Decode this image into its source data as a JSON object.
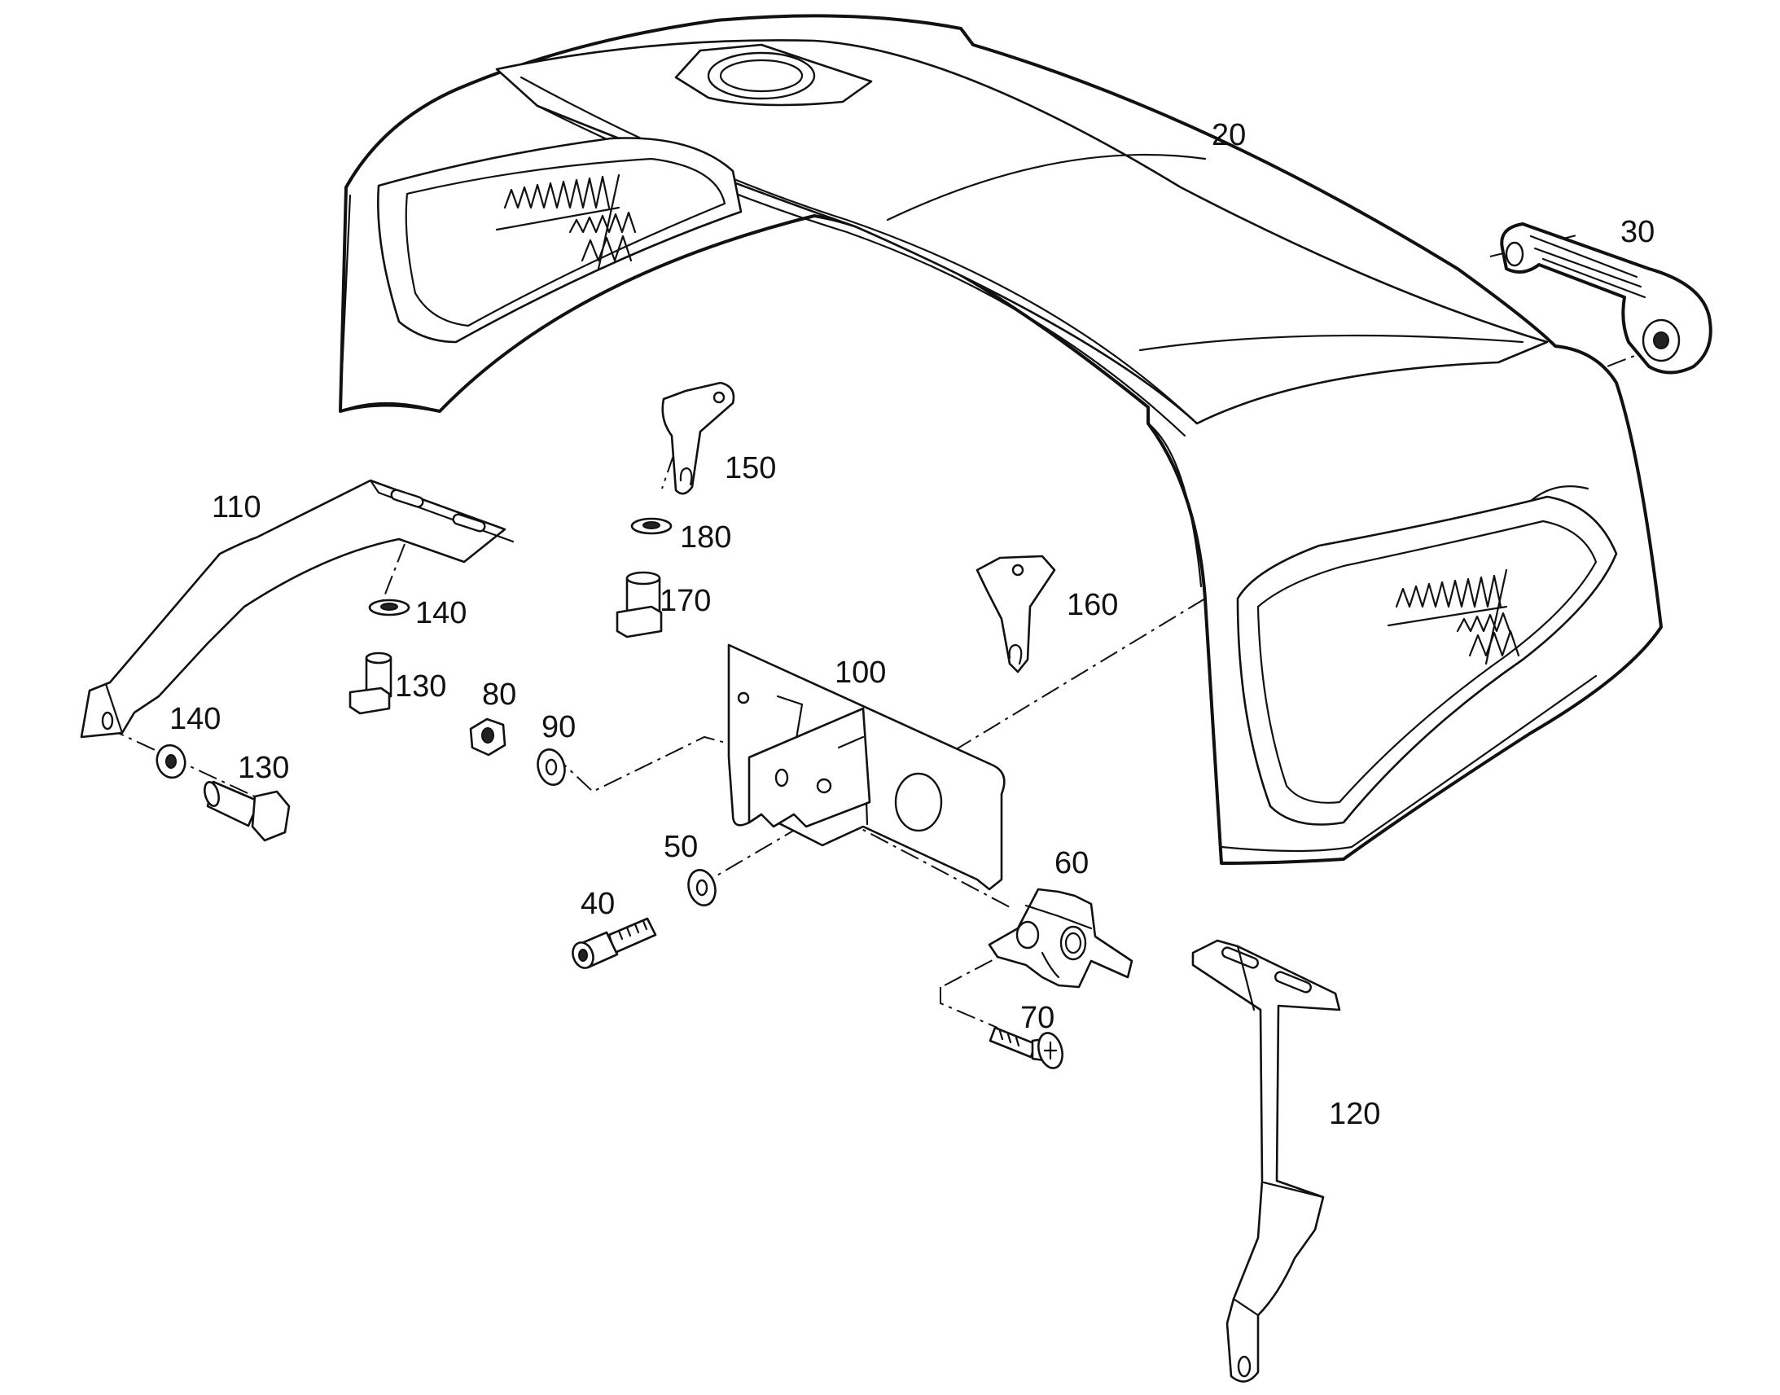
{
  "callouts": {
    "c20": "20",
    "c30": "30",
    "c110": "110",
    "c150": "150",
    "c180": "180",
    "c170": "170",
    "c140a": "140",
    "c130a": "130",
    "c160": "160",
    "c100": "100",
    "c80": "80",
    "c90": "90",
    "c140b": "140",
    "c130b": "130",
    "c50": "50",
    "c40": "40",
    "c60": "60",
    "c70": "70",
    "c120": "120"
  },
  "icons": {
    "logo": "stylized-wave-logo-icon"
  }
}
